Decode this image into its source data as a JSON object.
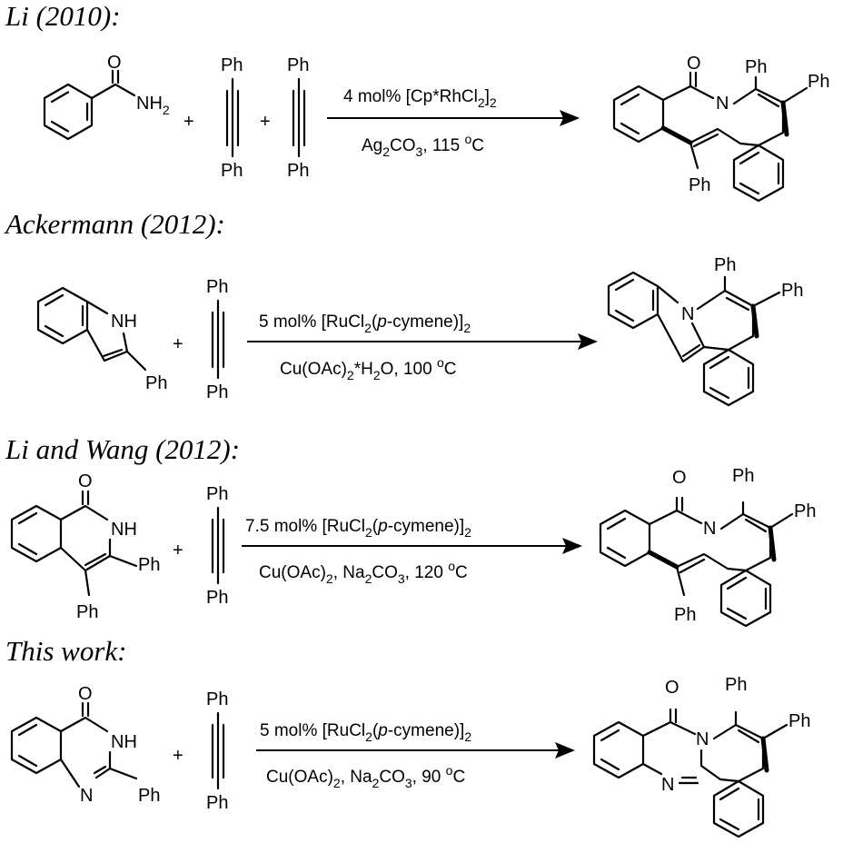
{
  "reactions": [
    {
      "heading": "Li (2010):",
      "heading_color": "#000000",
      "reactant1": {
        "o": "O",
        "nh": "NH",
        "nh_sub": "2"
      },
      "plus1": "+",
      "alkyne1": {
        "top": "Ph",
        "bottom": "Ph"
      },
      "plus2": "+",
      "alkyne2": {
        "top": "Ph",
        "bottom": "Ph"
      },
      "cond_top": {
        "pre": "4 mol% [Cp*RhCl",
        "sub1": "2",
        "mid": "]",
        "sub2": "2"
      },
      "cond_bottom": {
        "pre": "Ag",
        "sub1": "2",
        "mid": "CO",
        "sub2": "3",
        "post": ", 115 ",
        "sup": "o",
        "post2": "C"
      },
      "product": {
        "o": "O",
        "n": "N",
        "ph1": "Ph",
        "ph2": "Ph",
        "ph3": "Ph"
      }
    },
    {
      "heading": "Ackermann (2012):",
      "heading_color": "#e41a1c",
      "reactant1": {
        "nh": "NH",
        "ph": "Ph"
      },
      "plus1": "+",
      "alkyne1": {
        "top": "Ph",
        "bottom": "Ph"
      },
      "cond_top": {
        "pre": "5 mol% [RuCl",
        "sub1": "2",
        "mid": "(",
        "ital": "p",
        "post": "-cymene)]",
        "sub2": "2"
      },
      "cond_bottom": {
        "pre": "Cu(OAc)",
        "sub1": "2",
        "mid": "*H",
        "sub2": "2",
        "post": "O, 100 ",
        "sup": "o",
        "post2": "C"
      },
      "product": {
        "n": "N",
        "ph1": "Ph",
        "ph2": "Ph"
      }
    },
    {
      "heading": "Li and Wang (2012):",
      "heading_color": "#000000",
      "reactant1": {
        "o": "O",
        "nh": "NH",
        "ph1": "Ph",
        "ph2": "Ph"
      },
      "plus1": "+",
      "alkyne1": {
        "top": "Ph",
        "bottom": "Ph"
      },
      "cond_top": {
        "pre": "7.5 mol% [RuCl",
        "sub1": "2",
        "mid": "(",
        "ital": "p",
        "post": "-cymene)]",
        "sub2": "2"
      },
      "cond_bottom": {
        "pre": "Cu(OAc)",
        "sub1": "2",
        "mid": ", Na",
        "sub2": "2",
        "post": "CO",
        "sub3": "3",
        "post2": ", 120 ",
        "sup": "o",
        "post3": "C"
      },
      "product": {
        "o": "O",
        "n": "N",
        "ph1": "Ph",
        "ph2": "Ph",
        "ph3": "Ph"
      }
    },
    {
      "heading": "This work:",
      "heading_color": "#000000",
      "reactant1": {
        "o": "O",
        "nh": "NH",
        "n": "N",
        "ph": "Ph"
      },
      "plus1": "+",
      "alkyne1": {
        "top": "Ph",
        "bottom": "Ph"
      },
      "cond_top": {
        "pre": "5 mol% [RuCl",
        "sub1": "2",
        "mid": "(",
        "ital": "p",
        "post": "-cymene)]",
        "sub2": "2"
      },
      "cond_bottom": {
        "pre": "Cu(OAc)",
        "sub1": "2",
        "mid": ", Na",
        "sub2": "2",
        "post": "CO",
        "sub3": "3",
        "post2": ", 90 ",
        "sup": "o",
        "post3": "C"
      },
      "product": {
        "o": "O",
        "n1": "N",
        "n2": "N",
        "ph1": "Ph",
        "ph2": "Ph"
      }
    }
  ]
}
